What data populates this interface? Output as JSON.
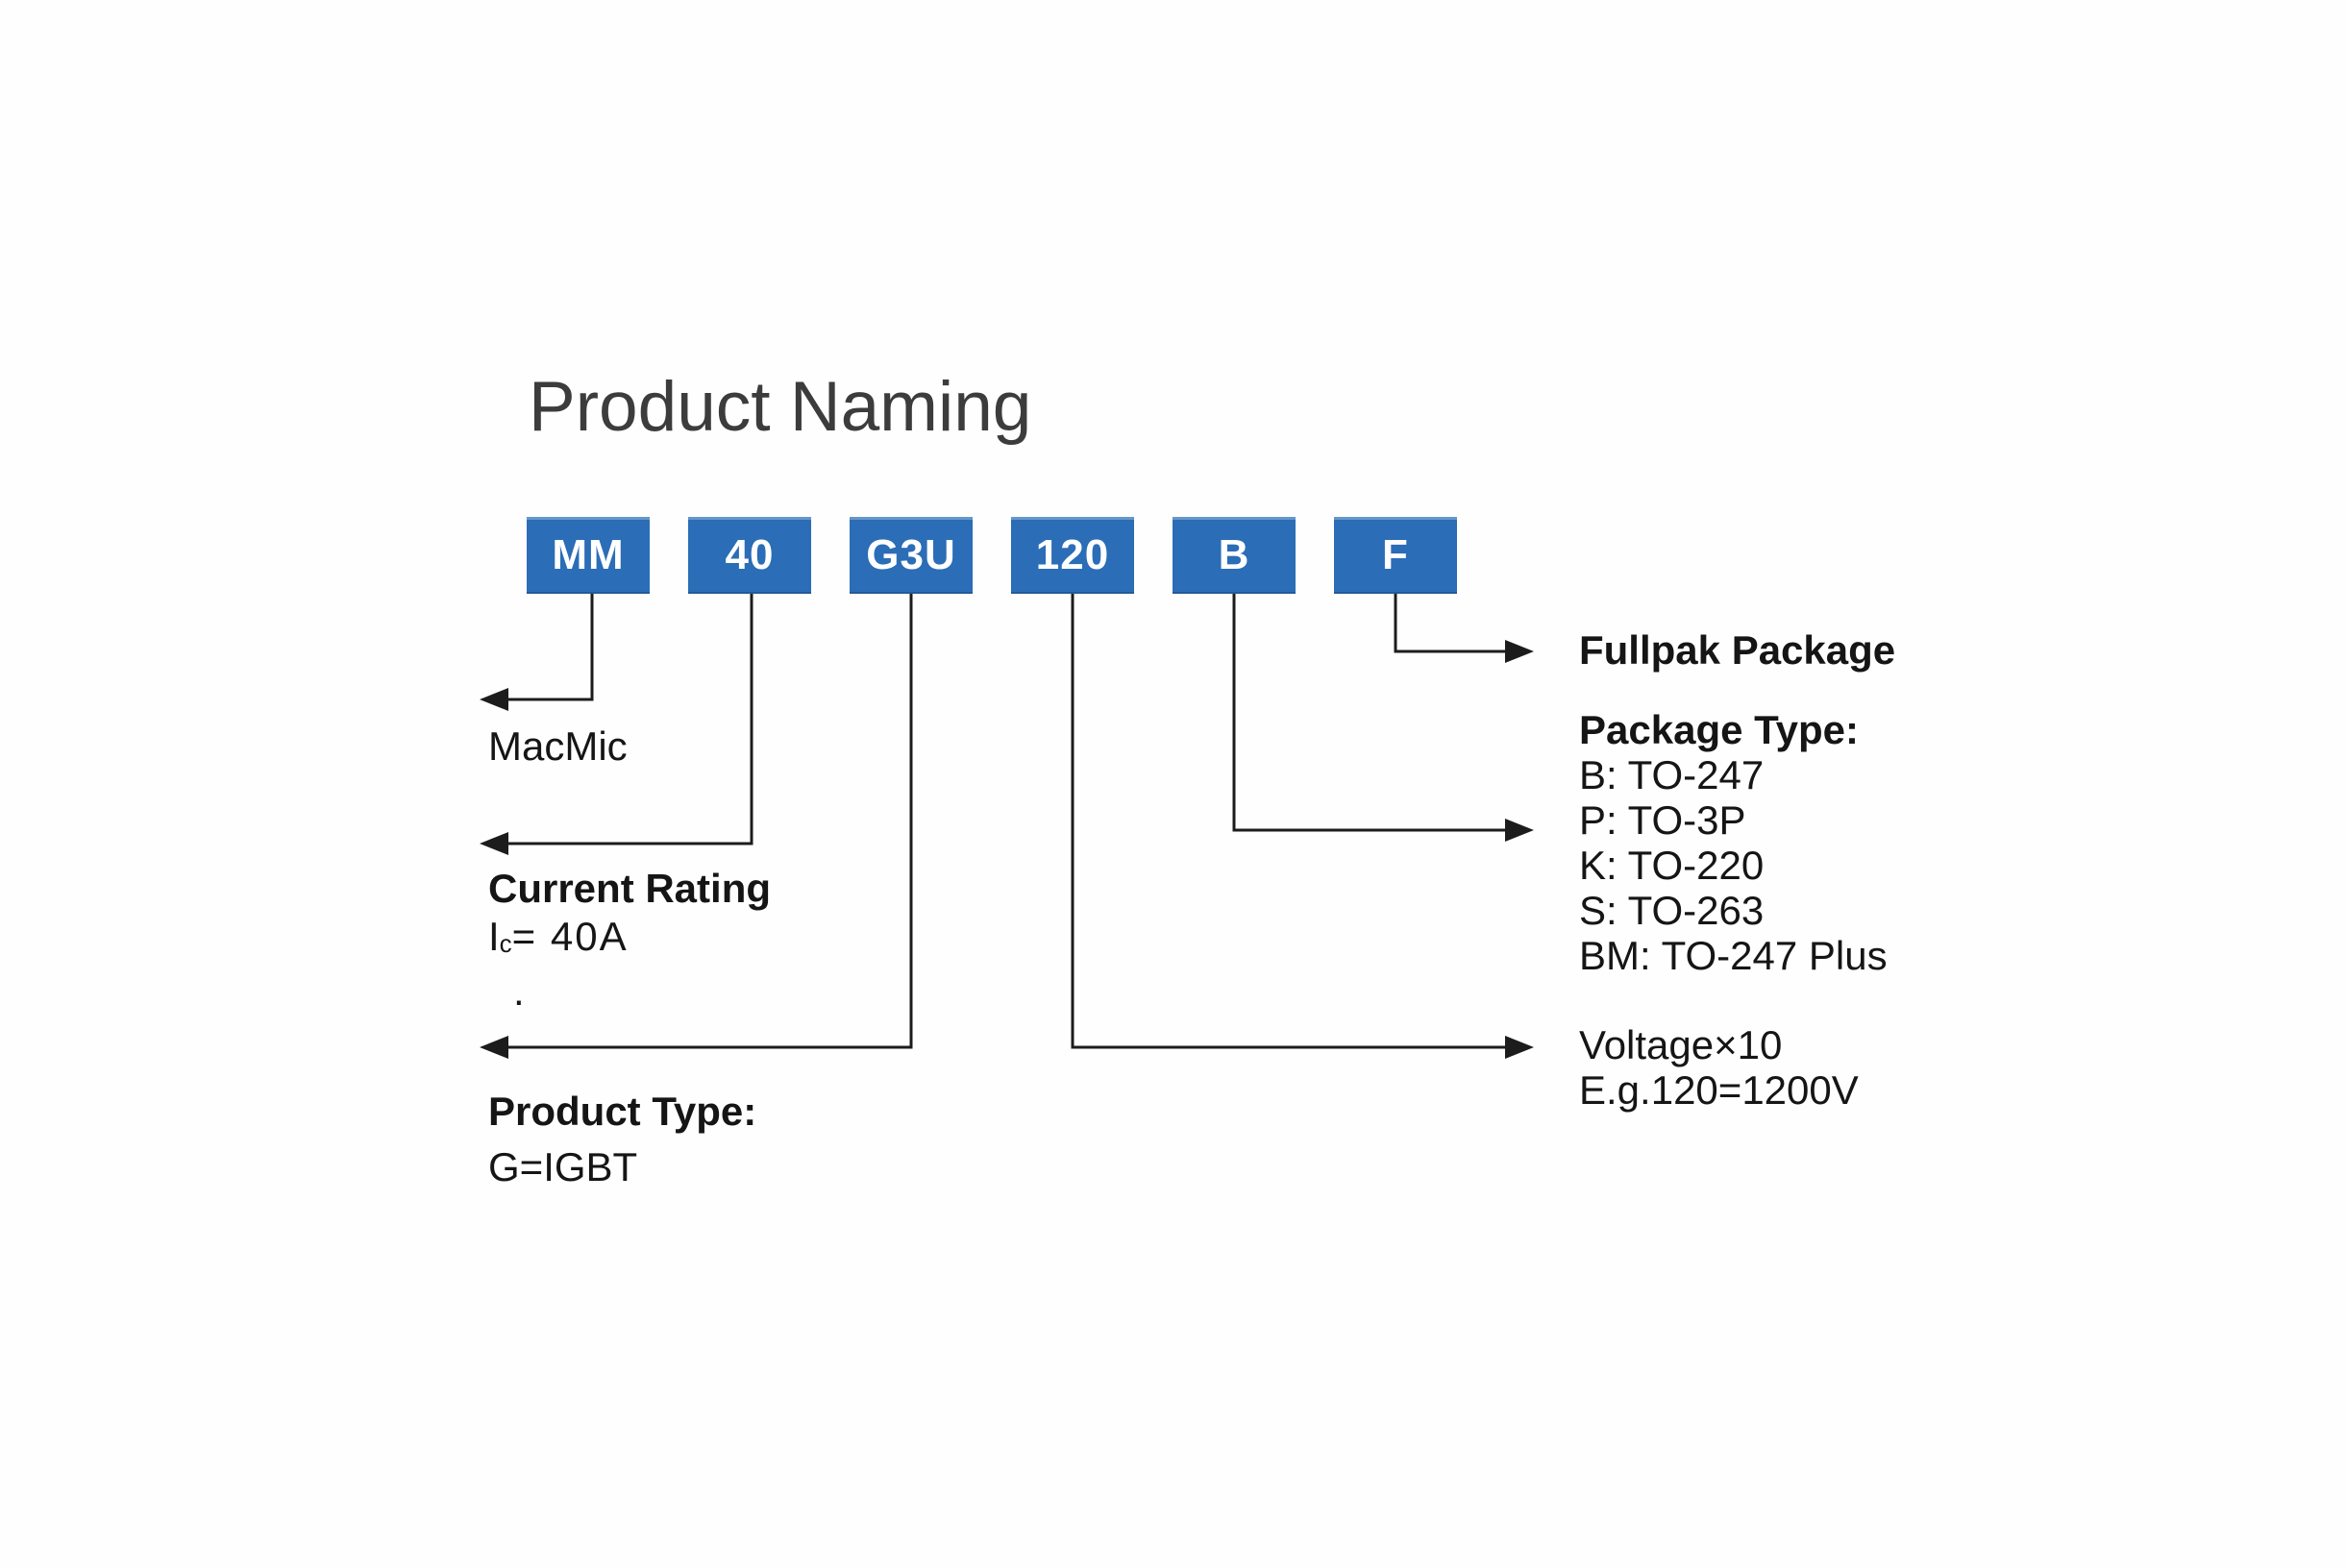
{
  "title": "Product Naming",
  "colors": {
    "box_fill": "#2b6db6",
    "box_text": "#ffffff",
    "title_text": "#3c3c3c",
    "body_text": "#151515",
    "line": "#1c1c1c"
  },
  "code_boxes": [
    {
      "label": "MM"
    },
    {
      "label": "40"
    },
    {
      "label": "G3U"
    },
    {
      "label": "120"
    },
    {
      "label": "B"
    },
    {
      "label": "F"
    }
  ],
  "annotations": {
    "macmic": "MacMic",
    "current_rating": {
      "heading": "Current Rating",
      "symbol_base": "I",
      "symbol_sub": "c",
      "value": "= 40A",
      "stray_dot": "."
    },
    "product_type": {
      "heading": "Product Type:",
      "detail": "G=IGBT"
    },
    "voltage": {
      "line1": "Voltage×10",
      "line2": "E.g.120=1200V"
    },
    "fullpak": "Fullpak Package",
    "package_type": {
      "heading": "Package Type:",
      "items": [
        "B: TO-247",
        "P: TO-3P",
        "K: TO-220",
        "S: TO-263",
        "BM: TO-247 Plus"
      ]
    }
  }
}
